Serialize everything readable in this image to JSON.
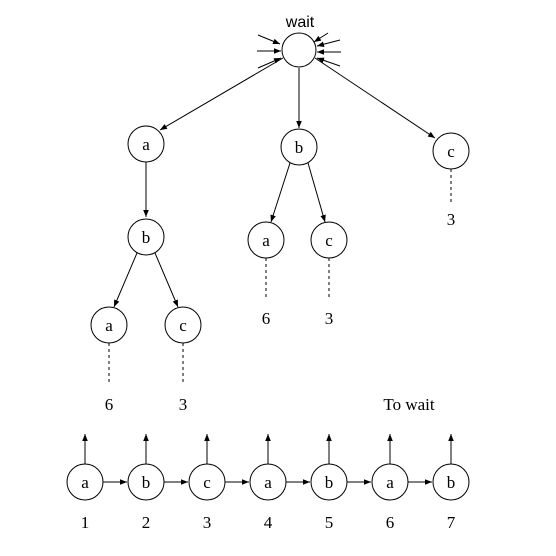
{
  "tree": {
    "root_label": "wait",
    "nodes": [
      "a",
      "b",
      "c",
      "b",
      "a",
      "c",
      "a",
      "c"
    ],
    "leaf_values": [
      "3",
      "6",
      "3",
      "6",
      "3"
    ]
  },
  "sequence": {
    "caption": "To wait",
    "nodes": [
      "a",
      "b",
      "c",
      "a",
      "b",
      "a",
      "b"
    ],
    "indices": [
      "1",
      "2",
      "3",
      "4",
      "5",
      "6",
      "7"
    ]
  }
}
